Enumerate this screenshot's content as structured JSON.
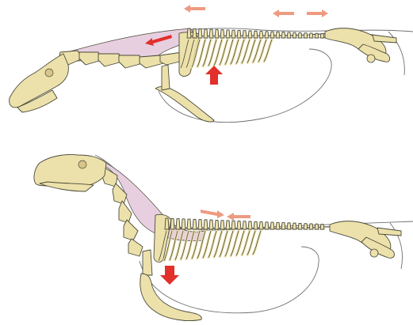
{
  "colors": {
    "bone": "#ede1ab",
    "outline": "#4a4a3a",
    "ligament": "#e7cfe0",
    "arrow_light": "#ee9a80",
    "arrow_red": "#e2302a"
  },
  "panels": [
    {
      "posture": "head-and-neck-extended",
      "arrows": [
        "light-left",
        "light-left",
        "light-right",
        "red-left",
        "red-up"
      ]
    },
    {
      "posture": "head-and-neck-raised",
      "arrows": [
        "light-right",
        "light-left",
        "red-down"
      ]
    }
  ]
}
